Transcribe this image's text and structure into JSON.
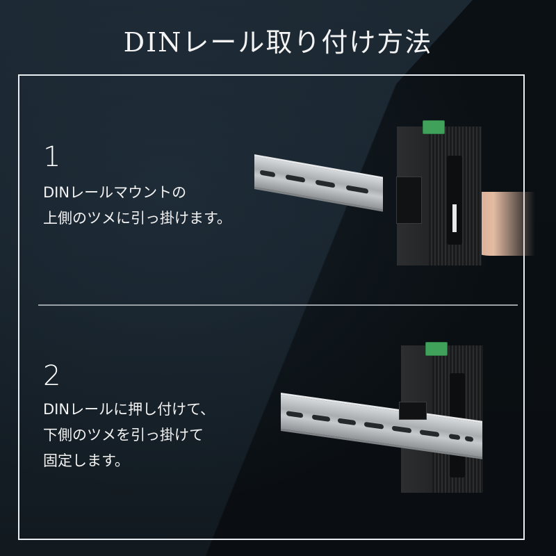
{
  "header": {
    "title": "DINレール取り付け方法"
  },
  "steps": [
    {
      "number": "1",
      "text": "DINレールマウントの\n上側のツメに引っ掛けます。",
      "image": "din-rail-hook-upper-tab-photo"
    },
    {
      "number": "2",
      "text": "DINレールに押し付けて、\n下側のツメを引っ掛けて\n固定します。",
      "image": "din-rail-fixed-lower-tab-photo"
    }
  ],
  "colors": {
    "background": "#1c2832",
    "background_dark": "#0b1014",
    "frame_border": "#e9eef2",
    "divider": "#9aa2a8",
    "text": "#ffffff",
    "terminal_green": "#3fa15a"
  }
}
